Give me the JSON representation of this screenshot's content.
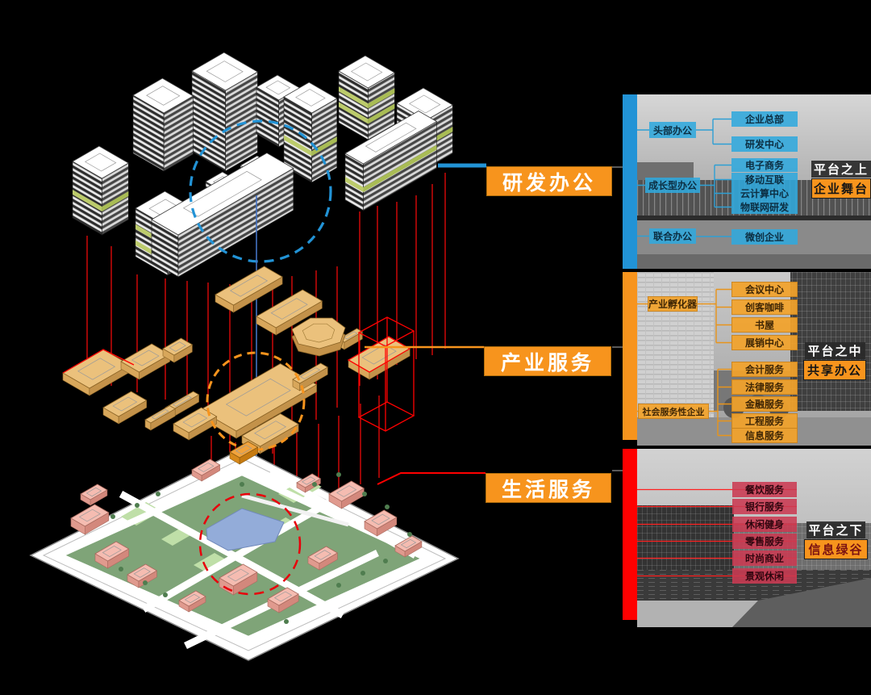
{
  "colors": {
    "accent_orange": "#F7941D",
    "bar_blue": "#2293D6",
    "bar_red": "#FF0000",
    "box_blue": "#30A8DD",
    "box_orange": "#F2A32B",
    "box_red": "#CB3A52"
  },
  "section_labels": {
    "rd": "研发办公",
    "industry": "产业服务",
    "life": "生活服务"
  },
  "rd_panel": {
    "badge_top": "平台之上",
    "badge_bottom": "企业舞台",
    "groups": [
      {
        "parent": "头部办公",
        "children": [
          "企业总部",
          "研发中心"
        ]
      },
      {
        "parent": "成长型办公",
        "children": [
          "电子商务",
          "移动互联",
          "云计算中心",
          "物联网研发"
        ]
      },
      {
        "parent": "联合办公",
        "children": [
          "微创企业"
        ]
      }
    ]
  },
  "industry_panel": {
    "badge_top": "平台之中",
    "badge_bottom": "共享办公",
    "groups": [
      {
        "parent": "产业孵化器",
        "children": [
          "会议中心",
          "创客咖啡",
          "书屋",
          "展销中心"
        ]
      },
      {
        "parent": "社会服务性企业",
        "children": [
          "会计服务",
          "法律服务",
          "金融服务",
          "工程服务",
          "信息服务"
        ]
      }
    ]
  },
  "life_panel": {
    "badge_top": "平台之下",
    "badge_bottom": "信息绿谷",
    "items": [
      "餐饮服务",
      "银行服务",
      "休闲健身",
      "零售服务",
      "时尚商业",
      "景观休闲"
    ]
  }
}
